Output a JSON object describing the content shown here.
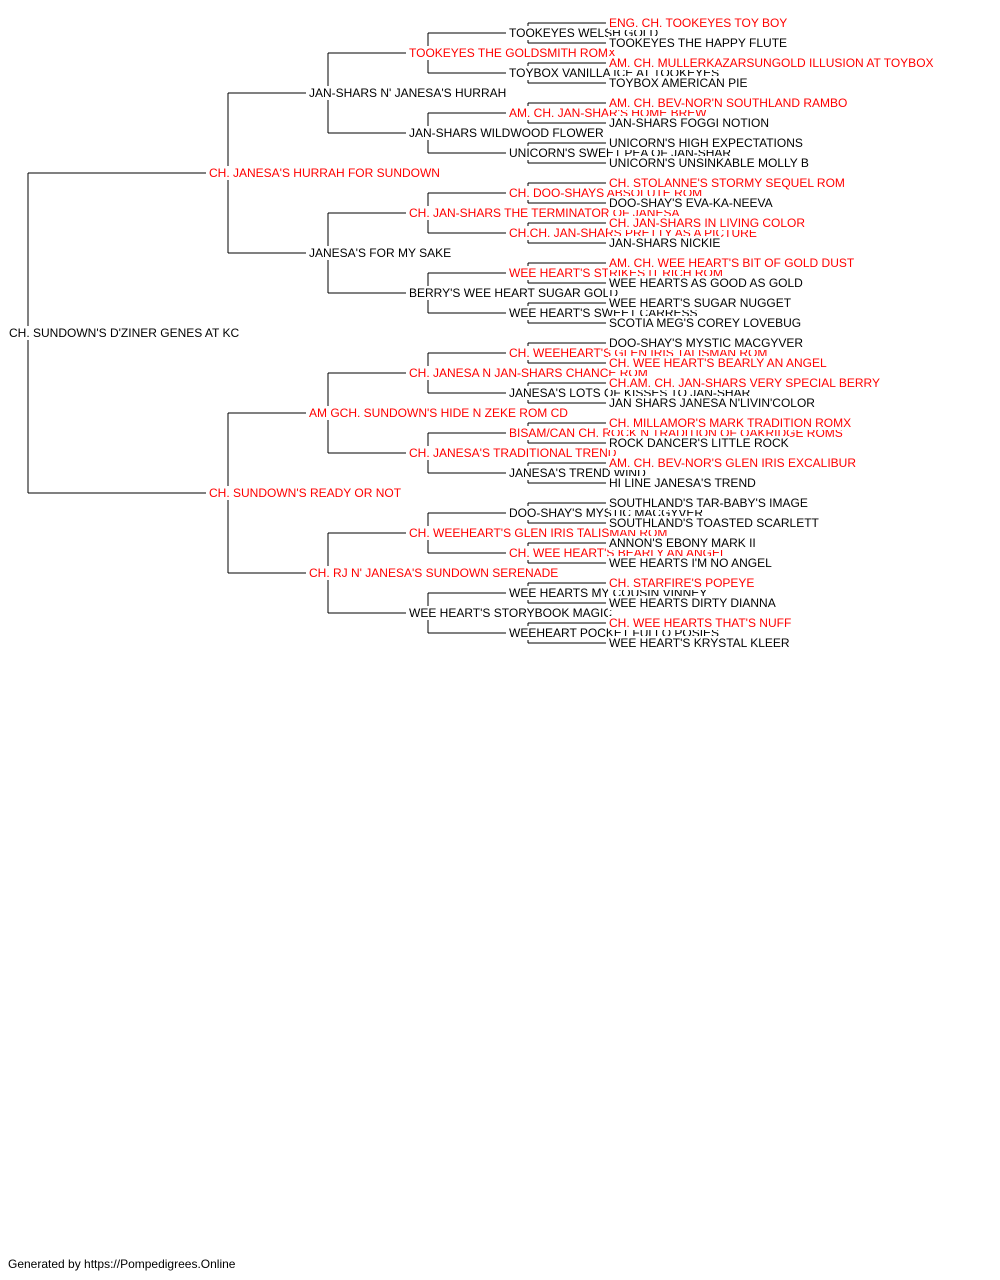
{
  "colors": {
    "champion": "#ff0000",
    "normal": "#000000",
    "line": "#000000"
  },
  "footer": "Generated by https://Pompedigrees.Online",
  "tree": {
    "name": "CH. SUNDOWN'S D'ZINER GENES AT KC",
    "ch": false,
    "sire": {
      "name": "CH. JANESA'S HURRAH FOR SUNDOWN",
      "ch": true,
      "sire": {
        "name": "JAN-SHARS N' JANESA'S HURRAH",
        "ch": false,
        "sire": {
          "name": "TOOKEYES THE GOLDSMITH ROMX",
          "ch": true,
          "sire": {
            "name": "TOOKEYES WELSH GOLD",
            "ch": false,
            "sire": {
              "name": "ENG. CH. TOOKEYES TOY BOY",
              "ch": true
            },
            "dam": {
              "name": "TOOKEYES THE HAPPY FLUTE",
              "ch": false
            }
          },
          "dam": {
            "name": "TOYBOX VANILLA ICE AT TOOKEYES",
            "ch": false,
            "sire": {
              "name": "AM. CH. MULLERKAZARSUNGOLD ILLUSION AT TOYBOX",
              "ch": true
            },
            "dam": {
              "name": "TOYBOX AMERICAN PIE",
              "ch": false
            }
          }
        },
        "dam": {
          "name": "JAN-SHARS WILDWOOD FLOWER",
          "ch": false,
          "sire": {
            "name": "AM. CH. JAN-SHAR'S HOME BREW",
            "ch": true,
            "sire": {
              "name": "AM. CH. BEV-NOR'N SOUTHLAND RAMBO",
              "ch": true
            },
            "dam": {
              "name": "JAN-SHARS FOGGI NOTION",
              "ch": false
            }
          },
          "dam": {
            "name": "UNICORN'S SWEET PEA OF JAN-SHAR",
            "ch": false,
            "sire": {
              "name": "UNICORN'S HIGH EXPECTATIONS",
              "ch": false
            },
            "dam": {
              "name": "UNICORN'S UNSINKABLE MOLLY B",
              "ch": false
            }
          }
        }
      },
      "dam": {
        "name": "JANESA'S FOR MY SAKE",
        "ch": false,
        "sire": {
          "name": "CH. JAN-SHARS THE TERMINATOR OF JANESA",
          "ch": true,
          "sire": {
            "name": "CH. DOO-SHAYS ABSOLUTE ROM",
            "ch": true,
            "sire": {
              "name": "CH. STOLANNE'S STORMY SEQUEL ROM",
              "ch": true
            },
            "dam": {
              "name": "DOO-SHAY'S EVA-KA-NEEVA",
              "ch": false
            }
          },
          "dam": {
            "name": "CH.CH. JAN-SHARS PRETTY AS A PICTURE",
            "ch": true,
            "sire": {
              "name": "CH. JAN-SHARS IN LIVING COLOR",
              "ch": true
            },
            "dam": {
              "name": "JAN-SHARS NICKIE",
              "ch": false
            }
          }
        },
        "dam": {
          "name": "BERRY'S WEE HEART SUGAR GOLD",
          "ch": false,
          "sire": {
            "name": "WEE HEART'S STRIKES IT RICH ROM",
            "ch": true,
            "sire": {
              "name": "AM. CH. WEE HEART'S BIT OF GOLD DUST",
              "ch": true
            },
            "dam": {
              "name": "WEE HEARTS AS GOOD AS GOLD",
              "ch": false
            }
          },
          "dam": {
            "name": "WEE HEART'S SWEET CARRESS",
            "ch": false,
            "sire": {
              "name": "WEE HEART'S SUGAR NUGGET",
              "ch": false
            },
            "dam": {
              "name": "SCOTIA MEG'S COREY LOVEBUG",
              "ch": false
            }
          }
        }
      }
    },
    "dam": {
      "name": "CH. SUNDOWN'S READY OR NOT",
      "ch": true,
      "sire": {
        "name": "AM GCH. SUNDOWN'S HIDE N ZEKE ROM CD",
        "ch": true,
        "sire": {
          "name": "CH. JANESA N JAN-SHARS CHANCE ROM",
          "ch": true,
          "sire": {
            "name": "CH. WEEHEART'S GLEN IRIS TALISMAN ROM",
            "ch": true,
            "sire": {
              "name": "DOO-SHAY'S MYSTIC MACGYVER",
              "ch": false
            },
            "dam": {
              "name": "CH. WEE HEART'S BEARLY AN ANGEL",
              "ch": true
            }
          },
          "dam": {
            "name": "JANESA'S LOTS OF KISSES TO JAN-SHAR",
            "ch": false,
            "sire": {
              "name": "CH.AM. CH. JAN-SHARS VERY SPECIAL BERRY",
              "ch": true
            },
            "dam": {
              "name": "JAN SHARS JANESA N'LIVIN'COLOR",
              "ch": false
            }
          }
        },
        "dam": {
          "name": "CH. JANESA'S TRADITIONAL TREND",
          "ch": true,
          "sire": {
            "name": "BISAM/CAN CH. ROCK N TRADITION OF OAKRIDGE ROMS",
            "ch": true,
            "sire": {
              "name": "CH. MILLAMOR'S MARK TRADITION ROMX",
              "ch": true
            },
            "dam": {
              "name": "ROCK DANCER'S LITTLE ROCK",
              "ch": false
            }
          },
          "dam": {
            "name": "JANESA'S TREND WIND",
            "ch": false,
            "sire": {
              "name": "AM. CH. BEV-NOR'S GLEN IRIS EXCALIBUR",
              "ch": true
            },
            "dam": {
              "name": "HI LINE JANESA'S TREND",
              "ch": false
            }
          }
        }
      },
      "dam": {
        "name": "CH. RJ N' JANESA'S SUNDOWN SERENADE",
        "ch": true,
        "sire": {
          "name": "CH. WEEHEART'S GLEN IRIS TALISMAN ROM",
          "ch": true,
          "sire": {
            "name": "DOO-SHAY'S MYSTIC MACGYVER",
            "ch": false,
            "sire": {
              "name": "SOUTHLAND'S TAR-BABY'S IMAGE",
              "ch": false
            },
            "dam": {
              "name": "SOUTHLAND'S TOASTED SCARLETT",
              "ch": false
            }
          },
          "dam": {
            "name": "CH. WEE HEART'S BEARLY AN ANGEL",
            "ch": true,
            "sire": {
              "name": "ANNON'S EBONY MARK II",
              "ch": false
            },
            "dam": {
              "name": "WEE HEARTS I'M NO ANGEL",
              "ch": false
            }
          }
        },
        "dam": {
          "name": "WEE HEART'S STORYBOOK MAGIC",
          "ch": false,
          "sire": {
            "name": "WEE HEARTS MY COUSIN VINNEY",
            "ch": false,
            "sire": {
              "name": "CH. STARFIRE'S POPEYE",
              "ch": true
            },
            "dam": {
              "name": "WEE HEARTS DIRTY DIANNA",
              "ch": false
            }
          },
          "dam": {
            "name": "WEEHEART POCKET FULLO POSIES",
            "ch": false,
            "sire": {
              "name": "CH. WEE HEARTS THAT'S NUFF",
              "ch": true
            },
            "dam": {
              "name": "WEE HEART'S KRYSTAL KLEER",
              "ch": false
            }
          }
        }
      }
    }
  }
}
